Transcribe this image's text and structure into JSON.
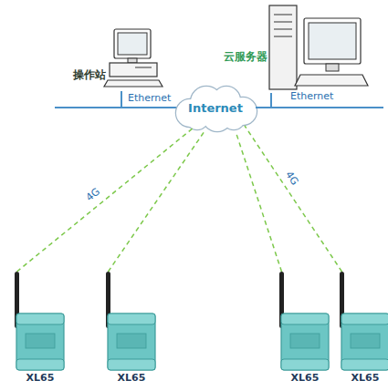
{
  "diagram": {
    "nodes": [
      {
        "text": [
          "操作站"
        ]
      },
      {
        "text": [
          "云服务器"
        ]
      },
      {
        "text": [
          "Internet"
        ]
      },
      {
        "text": [
          "XL65"
        ]
      },
      {
        "text": [
          "XL65"
        ]
      },
      {
        "text": [
          "XL65"
        ]
      },
      {
        "text": [
          "XL65"
        ]
      }
    ],
    "edges": [
      {
        "from": 0,
        "to": 2,
        "arrow": "none",
        "label": "Ethernet"
      },
      {
        "from": 2,
        "to": 1,
        "arrow": "none",
        "label": "Ethernet"
      },
      {
        "from": 3,
        "to": 2,
        "arrow": "none",
        "label": "4G"
      },
      {
        "from": 4,
        "to": 2,
        "arrow": "none"
      },
      {
        "from": 5,
        "to": 2,
        "arrow": "none"
      },
      {
        "from": 6,
        "to": 2,
        "arrow": "none",
        "label": "4G"
      }
    ]
  }
}
